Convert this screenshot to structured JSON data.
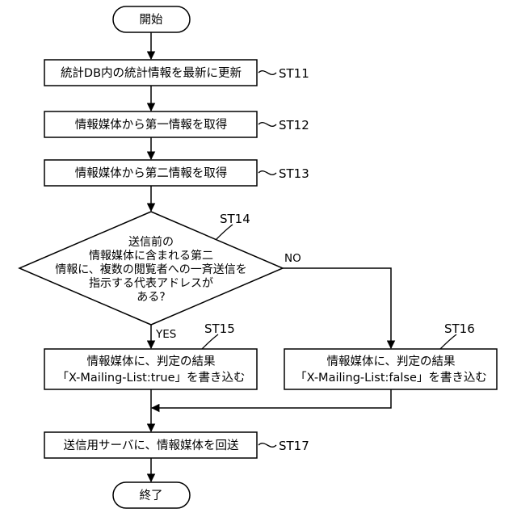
{
  "flowchart": {
    "start": "開始",
    "end": "終了",
    "steps": {
      "st11": {
        "text": "統計DB内の統計情報を最新に更新",
        "label": "ST11"
      },
      "st12": {
        "text": "情報媒体から第一情報を取得",
        "label": "ST12"
      },
      "st13": {
        "text": "情報媒体から第二情報を取得",
        "label": "ST13"
      },
      "st14": {
        "label": "ST14",
        "lines": [
          "送信前の",
          "情報媒体に含まれる第二",
          "情報に、複数の閲覧者への一斉送信を",
          "指示する代表アドレスが",
          "ある?"
        ],
        "yes": "YES",
        "no": "NO"
      },
      "st15": {
        "label": "ST15",
        "line1": "情報媒体に、判定の結果",
        "line2": "「X-Mailing-List:true」を書き込む"
      },
      "st16": {
        "label": "ST16",
        "line1": "情報媒体に、判定の結果",
        "line2": "「X-Mailing-List:false」を書き込む"
      },
      "st17": {
        "text": "送信用サーバに、情報媒体を回送",
        "label": "ST17"
      }
    }
  }
}
